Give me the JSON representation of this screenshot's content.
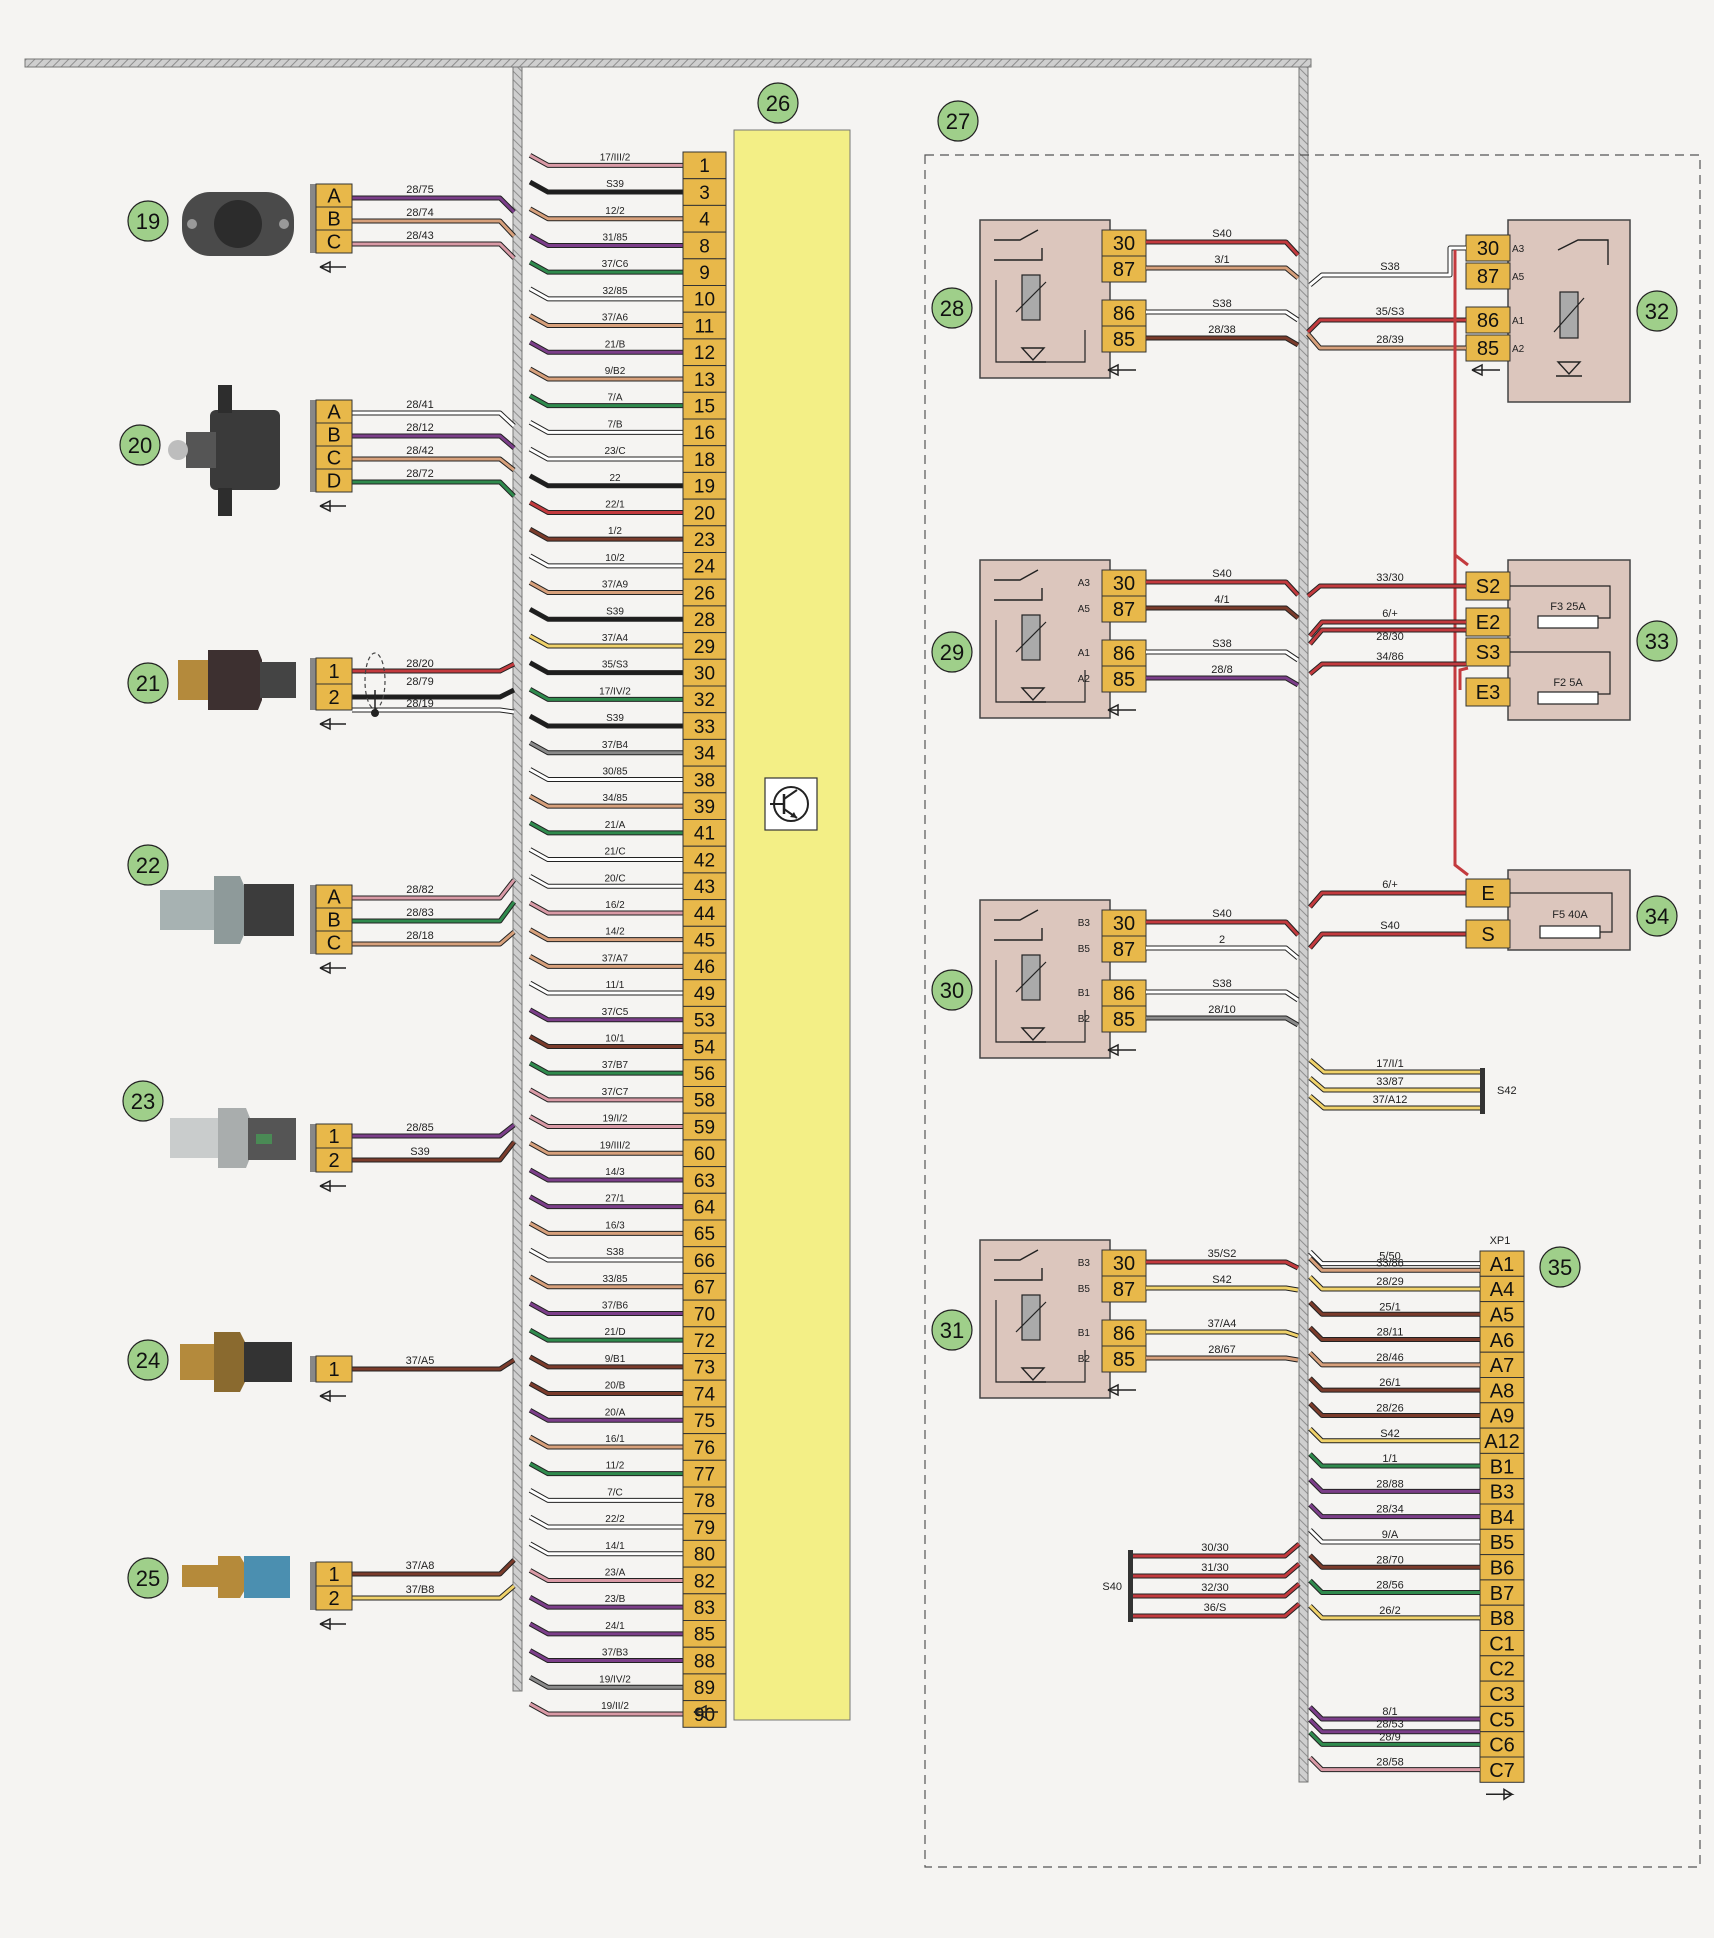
{
  "colors": {
    "paper": "#f5f4f2",
    "yellow_pin": "#e8b84a",
    "ecu_body": "#f3ef86",
    "relay_body": "#dcc6bd",
    "callout": "#9fcf8a",
    "bundle": "#b5b5b5",
    "wire": {
      "pink": "#d99aa6",
      "black": "#1e1e1e",
      "orange": "#d7a07b",
      "violet": "#7b3e89",
      "green": "#2f8a4d",
      "brown": "#7a3b2b",
      "white": "#ffffff",
      "yellow": "#f0d26a",
      "red": "#c33a3e",
      "grey": "#8a8a8a"
    }
  },
  "icon": "transistor-icon",
  "callouts": {
    "c19": "19",
    "c20": "20",
    "c21": "21",
    "c22": "22",
    "c23": "23",
    "c24": "24",
    "c25": "25",
    "c26": "26",
    "c27": "27",
    "c28": "28",
    "c29": "29",
    "c30": "30",
    "c31": "31",
    "c32": "32",
    "c33": "33",
    "c34": "34",
    "c35": "35"
  },
  "ecu": {
    "pins": [
      "1",
      "3",
      "4",
      "8",
      "9",
      "10",
      "11",
      "12",
      "13",
      "15",
      "16",
      "18",
      "19",
      "20",
      "23",
      "24",
      "26",
      "28",
      "29",
      "30",
      "32",
      "33",
      "34",
      "38",
      "39",
      "41",
      "42",
      "43",
      "44",
      "45",
      "46",
      "49",
      "53",
      "54",
      "56",
      "58",
      "59",
      "60",
      "63",
      "64",
      "65",
      "66",
      "67",
      "70",
      "72",
      "73",
      "74",
      "75",
      "76",
      "77",
      "78",
      "79",
      "80",
      "82",
      "83",
      "85",
      "88",
      "89",
      "90"
    ],
    "wires": [
      "17/III/2",
      "S39",
      "12/2",
      "31/85",
      "37/C6",
      "32/85",
      "37/A6",
      "21/B",
      "9/B2",
      "7/A",
      "7/B",
      "23/C",
      "22",
      "22/1",
      "1/2",
      "10/2",
      "37/A9",
      "S39",
      "37/A4",
      "35/S3",
      "17/IV/2",
      "S39",
      "37/B4",
      "30/85",
      "34/85",
      "21/A",
      "21/C",
      "20/C",
      "16/2",
      "14/2",
      "37/A7",
      "11/1",
      "37/C5",
      "10/1",
      "37/B7",
      "37/C7",
      "19/I/2",
      "19/III/2",
      "14/3",
      "27/1",
      "16/3",
      "S38",
      "33/85",
      "37/B6",
      "21/D",
      "9/B1",
      "20/B",
      "20/A",
      "16/1",
      "11/2",
      "7/C",
      "22/2",
      "14/1",
      "23/A",
      "23/B",
      "24/1",
      "37/B3",
      "19/IV/2",
      "19/II/2"
    ],
    "colors": [
      "pink",
      "black",
      "orange",
      "violet",
      "green",
      "white",
      "orange",
      "violet",
      "orange",
      "green",
      "white",
      "white",
      "black",
      "red",
      "brown",
      "white",
      "orange",
      "black",
      "yellow",
      "black",
      "green",
      "black",
      "grey",
      "white",
      "orange",
      "green",
      "white",
      "white",
      "pink",
      "orange",
      "orange",
      "white",
      "violet",
      "brown",
      "green",
      "pink",
      "pink",
      "orange",
      "violet",
      "violet",
      "orange",
      "white",
      "orange",
      "violet",
      "green",
      "brown",
      "brown",
      "violet",
      "orange",
      "green",
      "white",
      "white",
      "white",
      "pink",
      "violet",
      "violet",
      "violet",
      "grey",
      "pink"
    ]
  },
  "sensors": {
    "s19": {
      "pins": [
        "A",
        "B",
        "C"
      ],
      "wires": [
        "28/75",
        "28/74",
        "28/43"
      ]
    },
    "s20": {
      "pins": [
        "A",
        "B",
        "C",
        "D"
      ],
      "wires": [
        "28/41",
        "28/12",
        "28/42",
        "28/72"
      ]
    },
    "s21": {
      "pins": [
        "1",
        "2"
      ],
      "wires": [
        "28/20",
        "28/79",
        "28/19"
      ]
    },
    "s22": {
      "pins": [
        "A",
        "B",
        "C"
      ],
      "wires": [
        "28/82",
        "28/83",
        "28/18"
      ]
    },
    "s23": {
      "pins": [
        "1",
        "2"
      ],
      "wires": [
        "28/85",
        "S39"
      ]
    },
    "s24": {
      "pins": [
        "1"
      ],
      "wires": [
        "37/A5"
      ]
    },
    "s25": {
      "pins": [
        "1",
        "2"
      ],
      "wires": [
        "37/A8",
        "37/B8"
      ]
    }
  },
  "relays": {
    "r28": {
      "pins": [
        "30",
        "87",
        "86",
        "85"
      ],
      "wires": [
        "S40",
        "3/1",
        "S38",
        "28/38"
      ]
    },
    "r29": {
      "pins": [
        "30",
        "87",
        "86",
        "85"
      ],
      "sub": [
        "A3",
        "A5",
        "A1",
        "A2"
      ],
      "wires": [
        "S40",
        "4/1",
        "S38",
        "28/8"
      ]
    },
    "r30": {
      "pins": [
        "30",
        "87",
        "86",
        "85"
      ],
      "sub": [
        "B3",
        "B5",
        "B1",
        "B2"
      ],
      "wires": [
        "S40",
        "2",
        "S38",
        "28/10"
      ]
    },
    "r31": {
      "pins": [
        "30",
        "87",
        "86",
        "85"
      ],
      "sub": [
        "B3",
        "B5",
        "B1",
        "B2"
      ],
      "wires": [
        "35/S2",
        "S42",
        "37/A4",
        "28/67"
      ]
    },
    "r32": {
      "pins": [
        "30",
        "87",
        "86",
        "85"
      ],
      "sub": [
        "A3",
        "A5",
        "A1",
        "A2"
      ],
      "wires": [
        "S38",
        "35/S3",
        "28/39"
      ]
    }
  },
  "fuse_blocks": {
    "f33": {
      "pins": [
        "S2",
        "E2",
        "S3",
        "E3"
      ],
      "fuses": [
        "F3 25A",
        "F2 5A"
      ],
      "wires": [
        "33/30",
        "6/+",
        "28/30",
        "34/86"
      ]
    },
    "f34": {
      "pins": [
        "E",
        "S"
      ],
      "fuses": [
        "F5 40A"
      ],
      "wires": [
        "6/+",
        "S40"
      ]
    }
  },
  "splices": {
    "s42": {
      "label": "S42",
      "wires": [
        "17/I/1",
        "33/87",
        "37/A12"
      ]
    },
    "s40": {
      "label": "S40",
      "wires": [
        "30/30",
        "31/30",
        "32/30",
        "36/S"
      ]
    }
  },
  "xp1": {
    "title": "XP1",
    "pins": [
      "A1",
      "A4",
      "A5",
      "A6",
      "A7",
      "A8",
      "A9",
      "A12",
      "B1",
      "B3",
      "B4",
      "B5",
      "B6",
      "B7",
      "B8",
      "C1",
      "C2",
      "C3",
      "C5",
      "C6",
      "C7"
    ],
    "wires": [
      "5/50",
      "33/86",
      "28/29",
      "25/1",
      "28/11",
      "28/46",
      "26/1",
      "28/26",
      "S42",
      "1/1",
      "28/88",
      "28/34",
      "9/A",
      "28/70",
      "28/56",
      "26/2",
      "",
      "",
      "",
      "8/1",
      "28/53",
      "28/9",
      "28/58"
    ]
  }
}
